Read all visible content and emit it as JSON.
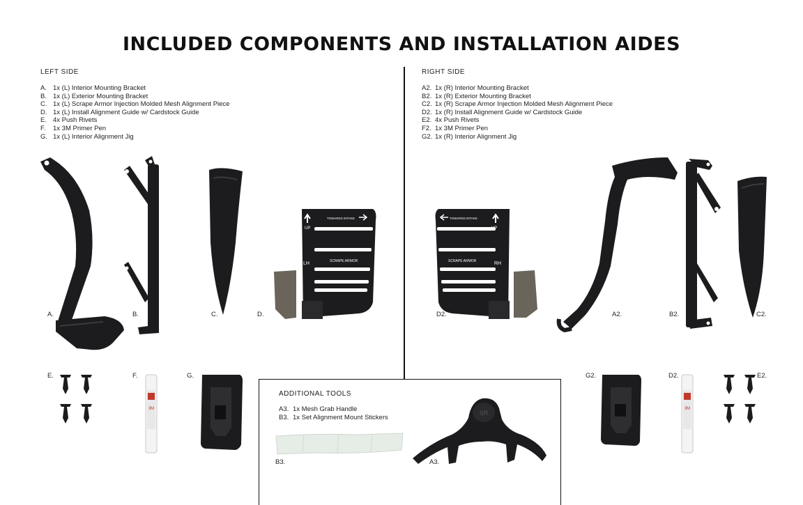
{
  "title": "INCLUDED COMPONENTS AND INSTALLATION AIDES",
  "left": {
    "heading": "LEFT SIDE",
    "items": [
      {
        "code": "A.",
        "text": "1x (L) Interior Mounting Bracket"
      },
      {
        "code": "B.",
        "text": "1x (L) Exterior Mounting Bracket"
      },
      {
        "code": "C.",
        "text": "1x (L) Scrape Armor Injection Molded Mesh Alignment Piece"
      },
      {
        "code": "D.",
        "text": "1x (L) Install Alignment Guide w/ Cardstock Guide"
      },
      {
        "code": "E.",
        "text": "4x Push Rivets"
      },
      {
        "code": "F.",
        "text": "1x 3M Primer Pen"
      },
      {
        "code": "G.",
        "text": "1x (L) Interior Alignment Jig"
      }
    ],
    "part_labels": {
      "a": "A.",
      "b": "B.",
      "c": "C.",
      "d": "D.",
      "e": "E.",
      "f": "F.",
      "g": "G."
    },
    "guide": {
      "top_text": "TOWARDS INTAKE",
      "up": "UP",
      "side": "LH",
      "logo": "SCRAPE ARMOR"
    }
  },
  "right": {
    "heading": "RIGHT SIDE",
    "items": [
      {
        "code": "A2.",
        "text": "1x (R) Interior Mounting Bracket"
      },
      {
        "code": "B2.",
        "text": "1x (R) Exterior Mounting Bracket"
      },
      {
        "code": "C2.",
        "text": "1x (R) Scrape Armor Injection Molded Mesh Alignment Piece"
      },
      {
        "code": "D2.",
        "text": "1x (R) Install Alignment Guide w/ Cardstock Guide"
      },
      {
        "code": "E2.",
        "text": "4x Push Rivets"
      },
      {
        "code": "F2.",
        "text": "1x 3M Primer Pen"
      },
      {
        "code": "G2.",
        "text": "1x (R) Interior Alignment Jig"
      }
    ],
    "part_labels": {
      "d2": "D2.",
      "a2": "A2.",
      "b2": "B2.",
      "c2": "C2.",
      "g2": "G2.",
      "d2b": "D2.",
      "e2": "E2."
    },
    "guide": {
      "top_text": "TOWARDS INTAKE",
      "up": "UP",
      "side": "RH",
      "logo": "SCRAPE ARMOR"
    }
  },
  "tools": {
    "heading": "ADDITIONAL TOOLS",
    "items": [
      {
        "code": "A3.",
        "text": "1x Mesh Grab Handle"
      },
      {
        "code": "B3.",
        "text": "1x Set Alignment Mount Stickers"
      }
    ],
    "part_labels": {
      "b3": "B3.",
      "a3": "A3."
    },
    "handle_logo": "SR"
  },
  "pen_brand": "3M",
  "colors": {
    "part": "#1c1c1e",
    "part_light": "#3a3a3c",
    "sticker": "#e6ede6",
    "text": "#222222"
  }
}
